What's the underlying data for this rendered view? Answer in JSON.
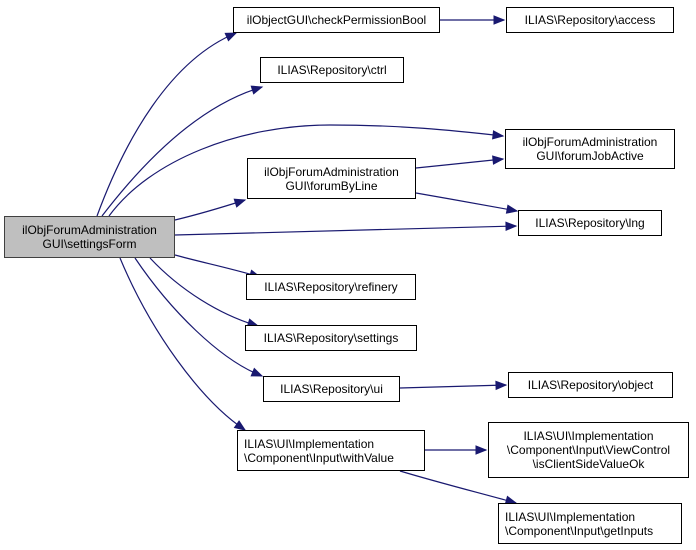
{
  "diagram": {
    "type": "call-graph",
    "colors": {
      "edge": "#191970",
      "node_border": "#000000",
      "root_fill": "#bfbfbf",
      "node_fill": "#ffffff"
    },
    "nodes": [
      {
        "id": "root",
        "label": "ilObjForumAdministration\nGUI\\settingsForm",
        "root": true
      },
      {
        "id": "checkPermissionBool",
        "label": "ilObjectGUI\\checkPermissionBool"
      },
      {
        "id": "access",
        "label": "ILIAS\\Repository\\access"
      },
      {
        "id": "ctrl",
        "label": "ILIAS\\Repository\\ctrl"
      },
      {
        "id": "forumJobActive",
        "label": "ilObjForumAdministration\nGUI\\forumJobActive"
      },
      {
        "id": "forumByLine",
        "label": "ilObjForumAdministration\nGUI\\forumByLine"
      },
      {
        "id": "lng",
        "label": "ILIAS\\Repository\\lng"
      },
      {
        "id": "refinery",
        "label": "ILIAS\\Repository\\refinery"
      },
      {
        "id": "settings",
        "label": "ILIAS\\Repository\\settings"
      },
      {
        "id": "ui",
        "label": "ILIAS\\Repository\\ui"
      },
      {
        "id": "object",
        "label": "ILIAS\\Repository\\object"
      },
      {
        "id": "withValue",
        "label": "ILIAS\\UI\\Implementation\n\\Component\\Input\\withValue"
      },
      {
        "id": "isClientSideValueOk",
        "label": "ILIAS\\UI\\Implementation\n\\Component\\Input\\ViewControl\n\\isClientSideValueOk"
      },
      {
        "id": "getInputs",
        "label": "ILIAS\\UI\\Implementation\n\\Component\\Input\\getInputs"
      }
    ],
    "edges": [
      {
        "from": "root",
        "to": "checkPermissionBool"
      },
      {
        "from": "root",
        "to": "ctrl"
      },
      {
        "from": "root",
        "to": "forumJobActive"
      },
      {
        "from": "root",
        "to": "forumByLine"
      },
      {
        "from": "root",
        "to": "lng"
      },
      {
        "from": "root",
        "to": "refinery"
      },
      {
        "from": "root",
        "to": "settings"
      },
      {
        "from": "root",
        "to": "ui"
      },
      {
        "from": "root",
        "to": "withValue"
      },
      {
        "from": "checkPermissionBool",
        "to": "access"
      },
      {
        "from": "forumByLine",
        "to": "forumJobActive"
      },
      {
        "from": "forumByLine",
        "to": "lng"
      },
      {
        "from": "ui",
        "to": "object"
      },
      {
        "from": "withValue",
        "to": "isClientSideValueOk"
      },
      {
        "from": "withValue",
        "to": "getInputs"
      }
    ]
  }
}
